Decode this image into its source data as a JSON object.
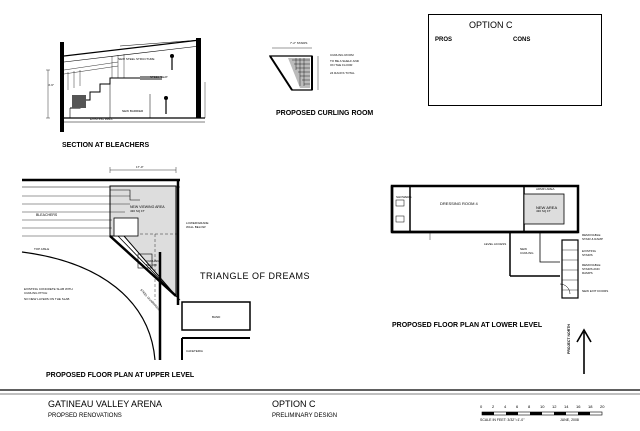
{
  "sections": {
    "section_bleachers": "SECTION AT BLEACHERS",
    "curling_room": "PROPOSED CURLING ROOM",
    "upper_level": "PROPOSED FLOOR PLAN AT UPPER LEVEL",
    "lower_level": "PROPOSED FLOOR PLAN AT LOWER LEVEL"
  },
  "option_box": {
    "title": "OPTION  C",
    "pros_heading": "PROS",
    "cons_heading": "CONS"
  },
  "plan_labels": {
    "triangle": "TRIANGLE OF DREAMS",
    "bleachers": "BLEACHERS",
    "new_viewing_area": "NEW VIEWING AREA",
    "dressing_room": "DRESSING ROOM 4",
    "new_area": "NEW AREA",
    "project_north": "PROJECT NORTH"
  },
  "title_block": {
    "project_name": "GATINEAU VALLEY ARENA",
    "project_sub": "PROPSED RENOVATIONS",
    "option": "OPTION  C",
    "option_sub": "PRELIMINARY  DESIGN",
    "scale_numbers": [
      "0",
      "2",
      "4",
      "6",
      "8",
      "10",
      "12",
      "14",
      "16",
      "18",
      "20"
    ],
    "scale_caption": "SCALE IN FEET:  3/32\"=1'-0\"",
    "date": "JUNE, 2008"
  }
}
